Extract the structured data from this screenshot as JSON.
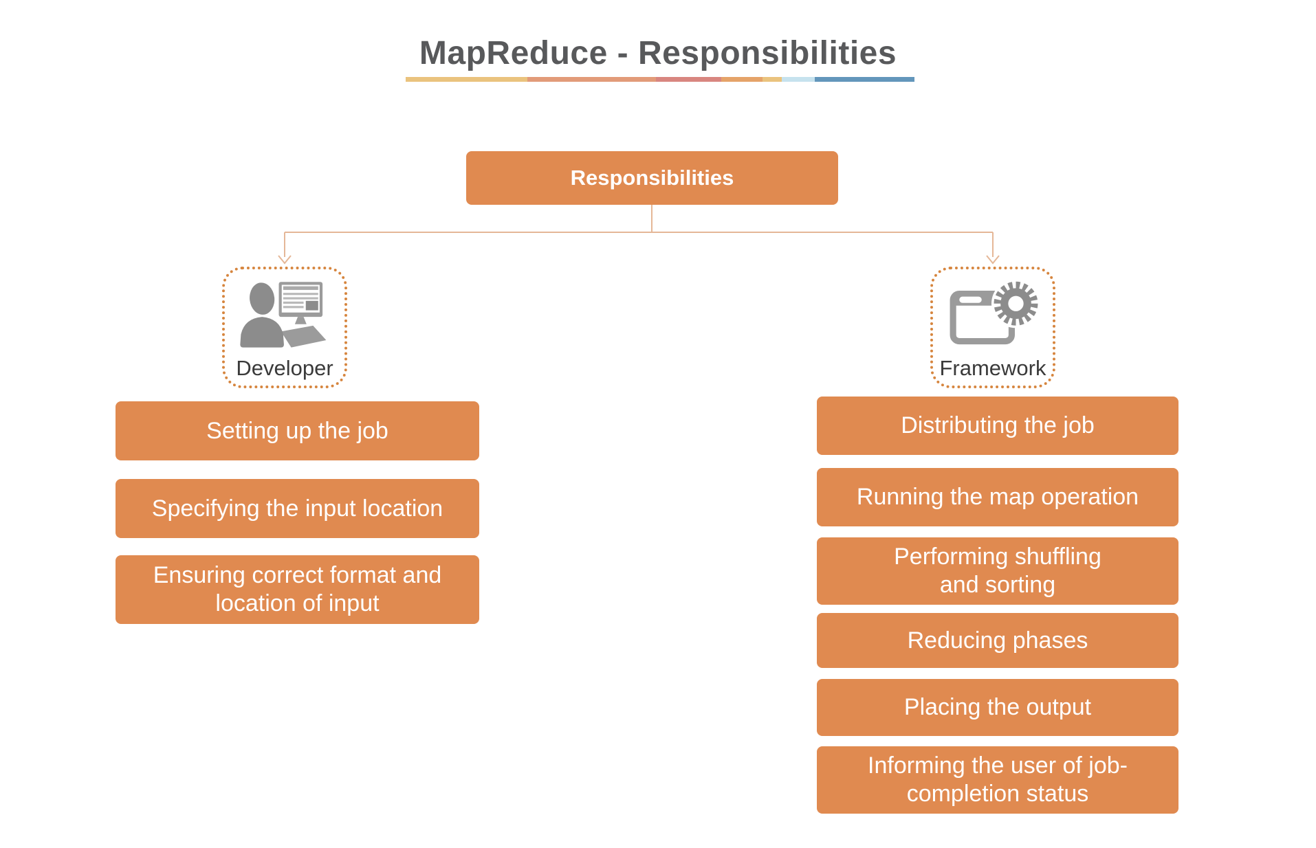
{
  "title": {
    "text": "MapReduce - Responsibilities"
  },
  "underline_segments": [
    {
      "color": "#EAC37E",
      "flex": 0.239
    },
    {
      "color": "#E29B79",
      "flex": 0.253
    },
    {
      "color": "#D88680",
      "flex": 0.128
    },
    {
      "color": "#E5A369",
      "flex": 0.081
    },
    {
      "color": "#EAC37E",
      "flex": 0.038
    },
    {
      "color": "#C6E2EE",
      "flex": 0.065
    },
    {
      "color": "#6396BB",
      "flex": 0.196
    }
  ],
  "root_node": {
    "label": "Responsibilities"
  },
  "developer": {
    "label": "Developer",
    "icon": "developer-at-computer-icon",
    "items": [
      "Setting up the job",
      "Specifying the input location",
      "Ensuring correct format and\nlocation of input"
    ]
  },
  "framework": {
    "label": "Framework",
    "icon": "window-gear-icon",
    "items": [
      "Distributing the job",
      "Running the map operation",
      "Performing shuffling\nand sorting",
      "Reducing phases",
      "Placing the output",
      "Informing the user of job-\ncompletion status"
    ]
  },
  "colors": {
    "bar_orange": "#E08A50",
    "dotted_border": "#D6853E",
    "connector": "#E5B797",
    "title_text": "#58595B",
    "icon_gray": "#9B9B9B",
    "icon_gray_dark": "#8C8C8C",
    "label_text": "#3A3A3A"
  }
}
